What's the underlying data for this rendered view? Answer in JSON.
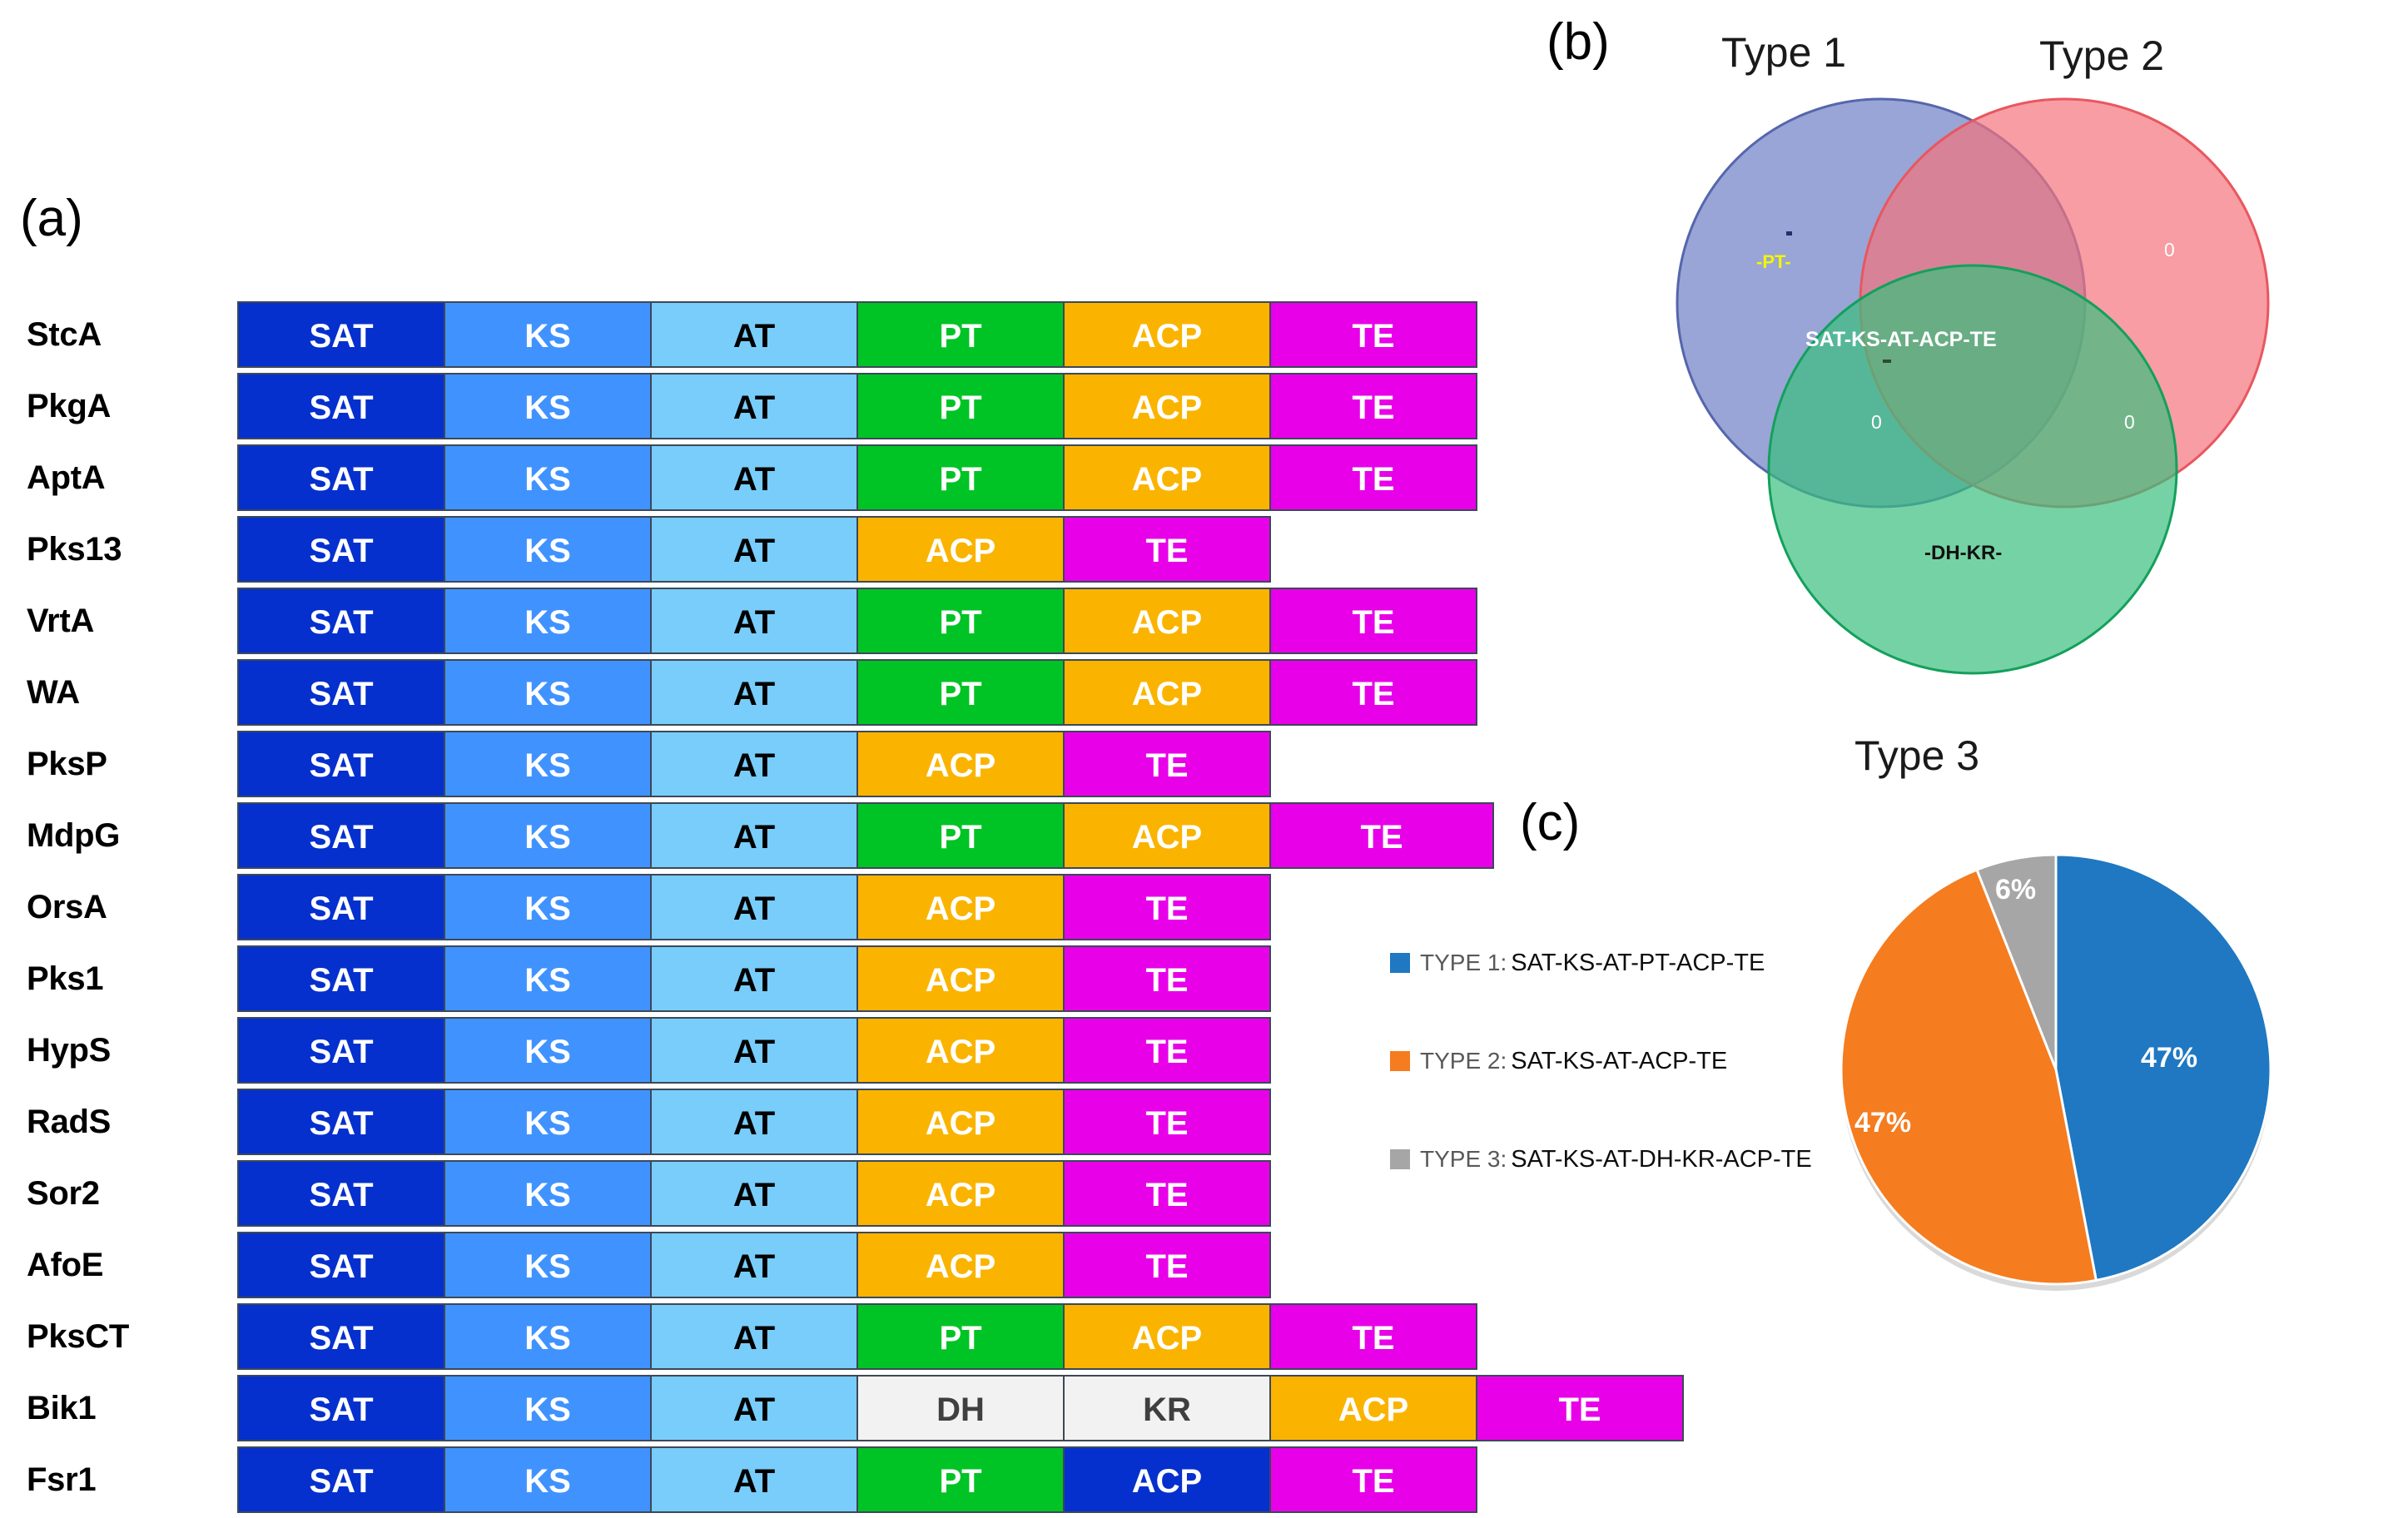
{
  "panels": {
    "a_letter": "(a)",
    "b_letter": "(b)",
    "c_letter": "(c)"
  },
  "colors": {
    "SAT": "#0530ce",
    "KS": "#4093ff",
    "AT": "#78cdfa",
    "PT": "#00c425",
    "ACP": "#fab400",
    "TE": "#e800e8",
    "DH": "#f2f2f2",
    "KR": "#f2f2f2",
    "ACP_alt": "#0530ce",
    "venn_type1": "#6c7fc4",
    "venn_type2": "#f4747c",
    "venn_type3": "#3bbf7e",
    "pie_type1": "#1f78c1",
    "pie_type2": "#f57c1f",
    "pie_type3": "#a6a6a6",
    "legend_type1": "#1f78c1",
    "legend_type2": "#f57c1f",
    "legend_type3": "#a6a6a6",
    "pt_label": "#f5f500"
  },
  "domain_table": {
    "rows": [
      {
        "label": "StcA",
        "domains": [
          "SAT",
          "KS",
          "AT",
          "PT",
          "ACP",
          "TE"
        ]
      },
      {
        "label": "PkgA",
        "domains": [
          "SAT",
          "KS",
          "AT",
          "PT",
          "ACP",
          "TE"
        ]
      },
      {
        "label": "AptA",
        "domains": [
          "SAT",
          "KS",
          "AT",
          "PT",
          "ACP",
          "TE"
        ]
      },
      {
        "label": "Pks13",
        "domains": [
          "SAT",
          "KS",
          "AT",
          "ACP",
          "TE"
        ]
      },
      {
        "label": "VrtA",
        "domains": [
          "SAT",
          "KS",
          "AT",
          "PT",
          "ACP",
          "TE"
        ]
      },
      {
        "label": "WA",
        "domains": [
          "SAT",
          "KS",
          "AT",
          "PT",
          "ACP",
          "TE"
        ]
      },
      {
        "label": "PksP",
        "domains": [
          "SAT",
          "KS",
          "AT",
          "ACP",
          "TE"
        ]
      },
      {
        "label": "MdpG",
        "domains": [
          "SAT",
          "KS",
          "AT",
          "PT",
          "ACP",
          "TE"
        ]
      },
      {
        "label": "OrsA",
        "domains": [
          "SAT",
          "KS",
          "AT",
          "ACP",
          "TE"
        ]
      },
      {
        "label": "Pks1",
        "domains": [
          "SAT",
          "KS",
          "AT",
          "ACP",
          "TE"
        ]
      },
      {
        "label": "HypS",
        "domains": [
          "SAT",
          "KS",
          "AT",
          "ACP",
          "TE"
        ]
      },
      {
        "label": "RadS",
        "domains": [
          "SAT",
          "KS",
          "AT",
          "ACP",
          "TE"
        ]
      },
      {
        "label": "Sor2",
        "domains": [
          "SAT",
          "KS",
          "AT",
          "ACP",
          "TE"
        ]
      },
      {
        "label": "AfoE",
        "domains": [
          "SAT",
          "KS",
          "AT",
          "ACP",
          "TE"
        ]
      },
      {
        "label": "PksCT",
        "domains": [
          "SAT",
          "KS",
          "AT",
          "PT",
          "ACP",
          "TE"
        ]
      },
      {
        "label": "Bik1",
        "domains": [
          "SAT",
          "KS",
          "AT",
          "DH",
          "KR",
          "ACP",
          "TE"
        ]
      },
      {
        "label": "Fsr1",
        "domains": [
          "SAT",
          "KS",
          "AT",
          "PT",
          "ACP_alt",
          "TE"
        ]
      }
    ]
  },
  "venn": {
    "type1_title": "Type 1",
    "type2_title": "Type 2",
    "type3_title": "Type 3",
    "type1_only": "-PT-",
    "type2_only": "0",
    "type3_only": "-DH-KR-",
    "type1_type3": "0",
    "type2_type3": "0",
    "center": "SAT-KS-AT-ACP-TE"
  },
  "legend": {
    "items": [
      {
        "type": "TYPE 1:",
        "sequence": "SAT-KS-AT-PT-ACP-TE",
        "color": "#1f78c1"
      },
      {
        "type": "TYPE 2:",
        "sequence": "SAT-KS-AT-ACP-TE",
        "color": "#f57c1f"
      },
      {
        "type": "TYPE 3:",
        "sequence": "SAT-KS-AT-DH-KR-ACP-TE",
        "color": "#a6a6a6"
      }
    ]
  },
  "chart_data": {
    "type": "pie",
    "title": "",
    "categories": [
      "TYPE 1",
      "TYPE 2",
      "TYPE 3"
    ],
    "values": [
      47,
      47,
      6
    ],
    "labels": [
      "47%",
      "47%",
      "6%"
    ],
    "colors": [
      "#1f78c1",
      "#f57c1f",
      "#a6a6a6"
    ],
    "legend_position": "left",
    "units": "percent"
  }
}
